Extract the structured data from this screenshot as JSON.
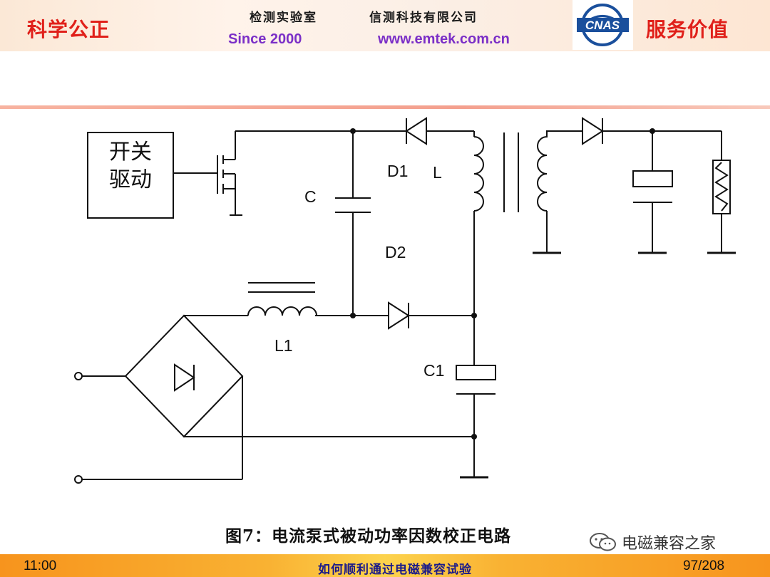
{
  "header": {
    "motto_left": "科学公正",
    "motto_right": "服务价值",
    "lab_name": "检测实验室",
    "company_name": "信测科技有限公司",
    "since": "Since 2000",
    "website": "www.emtek.com.cn",
    "cert_logo_text": "CNAS"
  },
  "diagram": {
    "switch_driver_line1": "开关",
    "switch_driver_line2": "驱动",
    "labels": {
      "c": "C",
      "d1": "D1",
      "l": "L",
      "d2": "D2",
      "l1": "L1",
      "c1": "C1"
    },
    "caption": "图7：电流泵式被动功率因数校正电路"
  },
  "watermark": {
    "text": "电磁兼容之家"
  },
  "footer": {
    "time": "11:00",
    "title": "如何顺利通过电磁兼容试验",
    "page": "97/208"
  },
  "colors": {
    "motto": "#e0201a",
    "header_link": "#7b2fc7",
    "footer_bar": "#f9b233",
    "cnas_blue": "#1a4f9c"
  }
}
